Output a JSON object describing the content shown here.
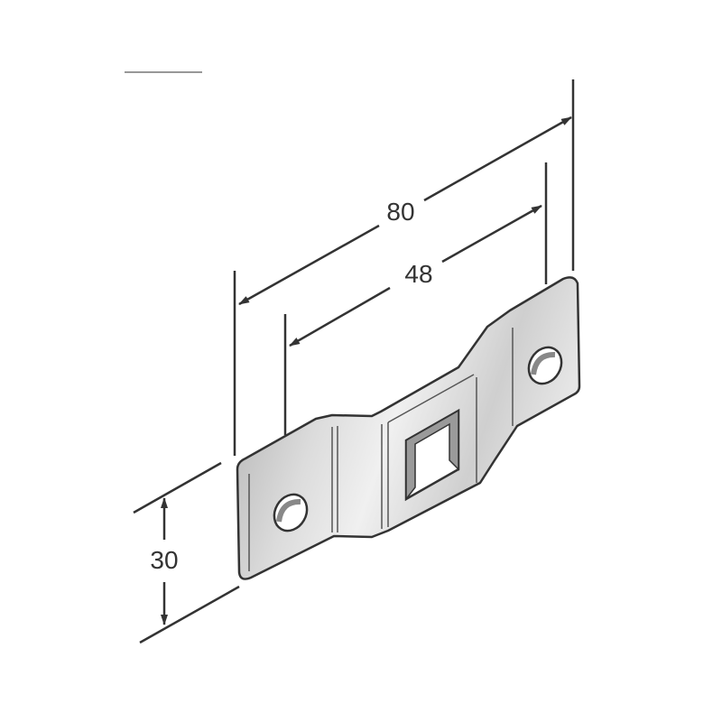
{
  "drawing": {
    "dimensions": {
      "overall_length": "80",
      "hole_spacing": "48",
      "width": "30"
    },
    "colors": {
      "line": "#333333",
      "part_light": "#e4e4e4",
      "part_dark": "#a9a9a9"
    }
  }
}
